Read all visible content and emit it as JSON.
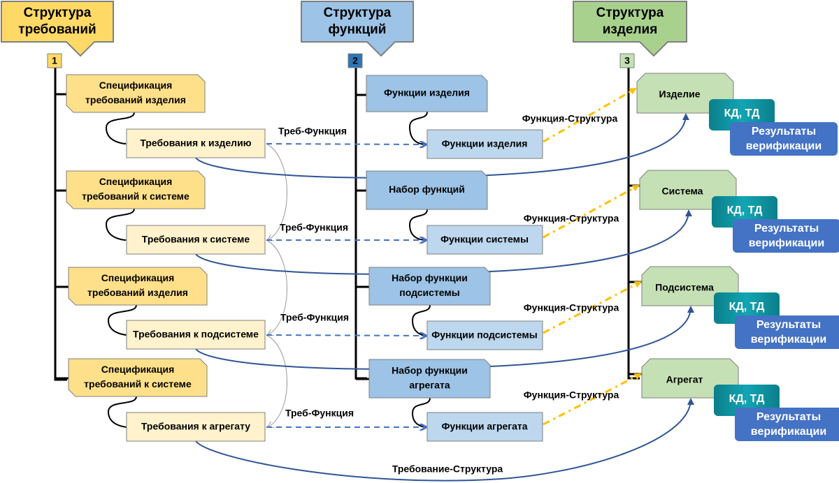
{
  "headers": [
    {
      "label_lines": [
        "Структура",
        "требований"
      ],
      "badge": "1",
      "color": "#ffd966"
    },
    {
      "label_lines": [
        "Структура",
        "функций"
      ],
      "badge": "2",
      "color": "#9dc3e6"
    },
    {
      "label_lines": [
        "Структура",
        "изделия"
      ],
      "badge": "3",
      "color": "#a9d18e"
    }
  ],
  "requirements": {
    "specs": [
      {
        "lines": [
          "Спецификация",
          "требований изделия"
        ]
      },
      {
        "lines": [
          "Спецификация",
          "требований к системе"
        ]
      },
      {
        "lines": [
          "Спецификация",
          "требований изделия"
        ]
      },
      {
        "lines": [
          "Спецификация",
          "требований к системе"
        ]
      }
    ],
    "items": [
      {
        "label": "Требования к изделию"
      },
      {
        "label": "Требования к системе"
      },
      {
        "label": "Требования к подсистеме"
      },
      {
        "label": "Требования к агрегату"
      }
    ]
  },
  "functions": {
    "groups": [
      {
        "lines": [
          "Функции изделия"
        ]
      },
      {
        "lines": [
          "Набор функций"
        ]
      },
      {
        "lines": [
          "Набор функции",
          "подсистемы"
        ]
      },
      {
        "lines": [
          "Набор функции",
          "агрегата"
        ]
      }
    ],
    "items": [
      {
        "label": "Функции изделия"
      },
      {
        "label": "Функции системы"
      },
      {
        "label": "Функции подсистемы"
      },
      {
        "label": "Функции агрегата"
      }
    ]
  },
  "structure": {
    "items": [
      {
        "label": "Изделие"
      },
      {
        "label": "Система"
      },
      {
        "label": "Подсистема"
      },
      {
        "label": "Агрегат"
      }
    ],
    "doc_badge": "КД, ТД",
    "verification_lines": [
      "Результаты",
      "верификации"
    ]
  },
  "links": {
    "req_func": "Треб-Функция",
    "func_struct": "Функция-Структура",
    "req_struct": "Требование-Структура"
  },
  "colors": {
    "req_spec": "#ffe08a",
    "req_item": "#fff2cc",
    "func_group": "#9dc3e6",
    "func_item": "#bdd7ee",
    "struct_item": "#c5e0b4",
    "badge1": "#ffd966",
    "badge2": "#2e75b6",
    "badge3": "#c5e0b4",
    "doc": "#0e8f9c",
    "verify": "#4472c4",
    "dash_blue": "#4472c4",
    "dash_yellow": "#ffc000",
    "curve_blue": "#2f5597"
  }
}
